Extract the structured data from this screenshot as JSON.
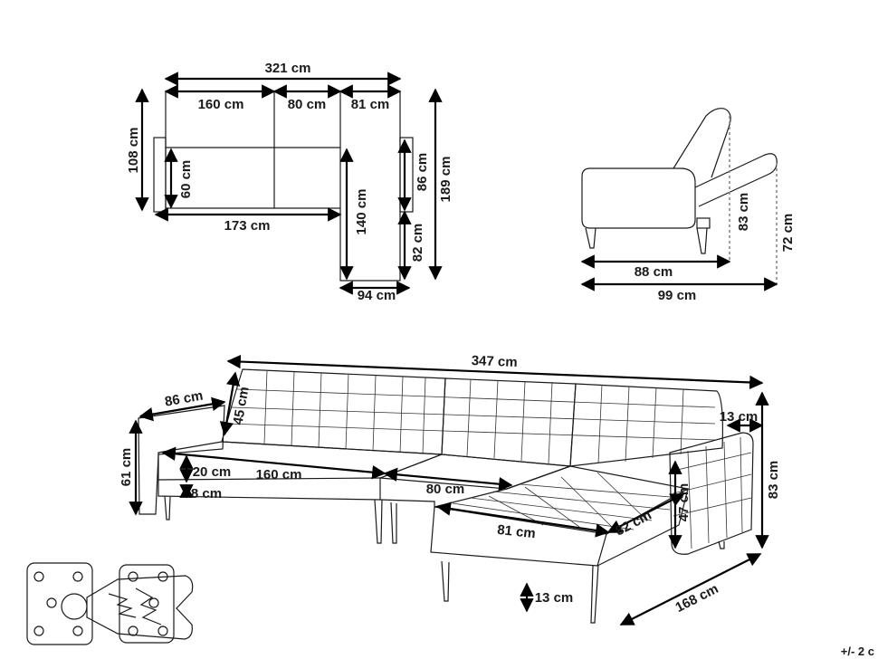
{
  "top_view": {
    "total_width": "321 cm",
    "seg_left": "160 cm",
    "seg_mid": "80 cm",
    "seg_right": "81 cm",
    "depth": "108 cm",
    "seat_depth": "60 cm",
    "base_width": "173 cm",
    "chaise_seat": "140 cm",
    "chaise_depth": "86 cm",
    "chaise_back": "82 cm",
    "total_depth": "189 cm",
    "chaise_width": "94 cm"
  },
  "side_view": {
    "depth_upright": "88 cm",
    "depth_reclined": "99 cm",
    "height_upright": "83 cm",
    "height_reclined": "72 cm"
  },
  "perspective_view": {
    "total_length": "347 cm",
    "depth": "86 cm",
    "back_height": "45 cm",
    "armrest_width": "13 cm",
    "side_height": "61 cm",
    "seat_cushion": "20 cm",
    "seat_length": "160 cm",
    "leg_gap": "8 cm",
    "middle_seat": "80 cm",
    "chaise_length": "81 cm",
    "chaise_width": "82 cm",
    "arm_height": "47 cm",
    "total_height": "83 cm",
    "chaise_leg": "13 cm",
    "total_depth": "168 cm"
  },
  "corner_text": "+/- 2 c"
}
